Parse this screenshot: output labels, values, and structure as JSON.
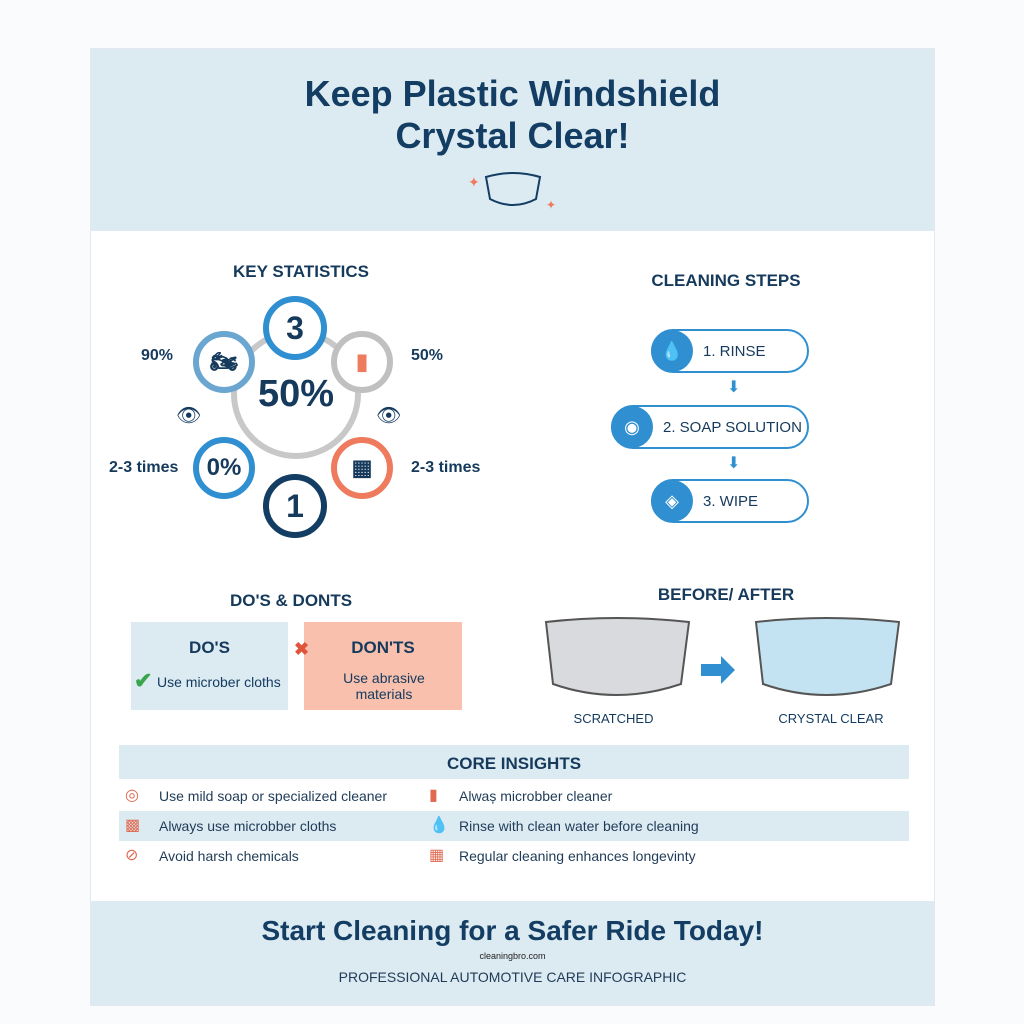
{
  "header": {
    "title_line1": "Keep Plastic Windshield",
    "title_line2": "Crystal Clear!"
  },
  "stats": {
    "heading": "KEY STATISTICS",
    "center": "50%",
    "top": "3",
    "bottom": "1",
    "bottom_left": "0%",
    "labels": {
      "top_left": "90%",
      "top_right": "50%",
      "bottom_left": "2-3 times",
      "bottom_right": "2-3 times"
    }
  },
  "steps": {
    "heading": "CLEANING STEPS",
    "items": [
      {
        "label": "1. RINSE",
        "icon": "water-drop-icon"
      },
      {
        "label": "2. SOAP SOLUTION",
        "icon": "soap-icon"
      },
      {
        "label": "3. WIPE",
        "icon": "cloth-icon"
      }
    ]
  },
  "dos": {
    "heading": "DO'S & DONTS",
    "do_title": "DO'S",
    "do_text": "Use microber cloths",
    "dont_title": "DON'TS",
    "dont_text": "Use abrasive materials"
  },
  "before_after": {
    "heading": "BEFORE/ AFTER",
    "before": "SCRATCHED",
    "after": "CRYSTAL CLEAR"
  },
  "insights": {
    "heading": "CORE INSIGHTS",
    "rows": [
      [
        "Use mild soap or specialized cleaner",
        "Alwaș microbber cleaner"
      ],
      [
        "Always use microbber cloths",
        "Rinse with clean water before cleaning"
      ],
      [
        "Avoid harsh chemicals",
        "Regular cleaning enhances longevinty"
      ]
    ]
  },
  "footer": {
    "cta": "Start Cleaning for a Safer Ride Today!",
    "watermark": "cleaningbro.com",
    "subtitle": "PROFESSIONAL AUTOMOTIVE CARE INFOGRAPHIC"
  },
  "colors": {
    "navy": "#133d63",
    "blue": "#2f8fd0",
    "coral": "#ef7b5e",
    "light": "#dceaf2"
  }
}
